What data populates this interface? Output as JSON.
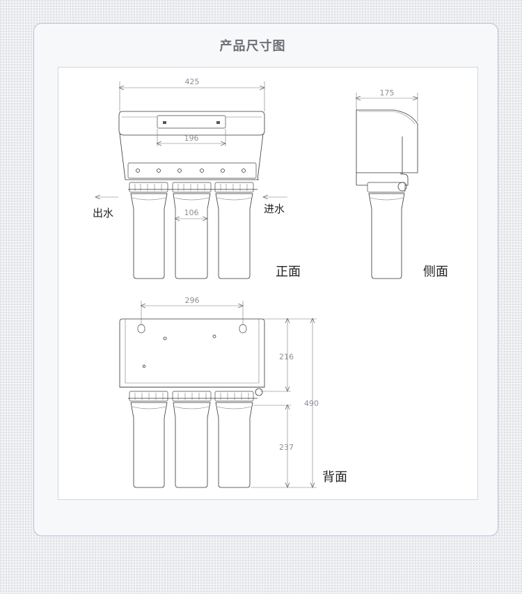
{
  "title": "产品尺寸图",
  "views": {
    "front": {
      "label": "正面",
      "width_dim": "425",
      "panel_dim": "196",
      "filter_dim": "106",
      "outlet_label": "出水",
      "inlet_label": "进水"
    },
    "side": {
      "label": "侧面",
      "depth_dim": "175"
    },
    "back": {
      "label": "背面",
      "hole_dim": "296",
      "upper_dim": "216",
      "total_dim": "490",
      "lower_dim": "237"
    }
  }
}
